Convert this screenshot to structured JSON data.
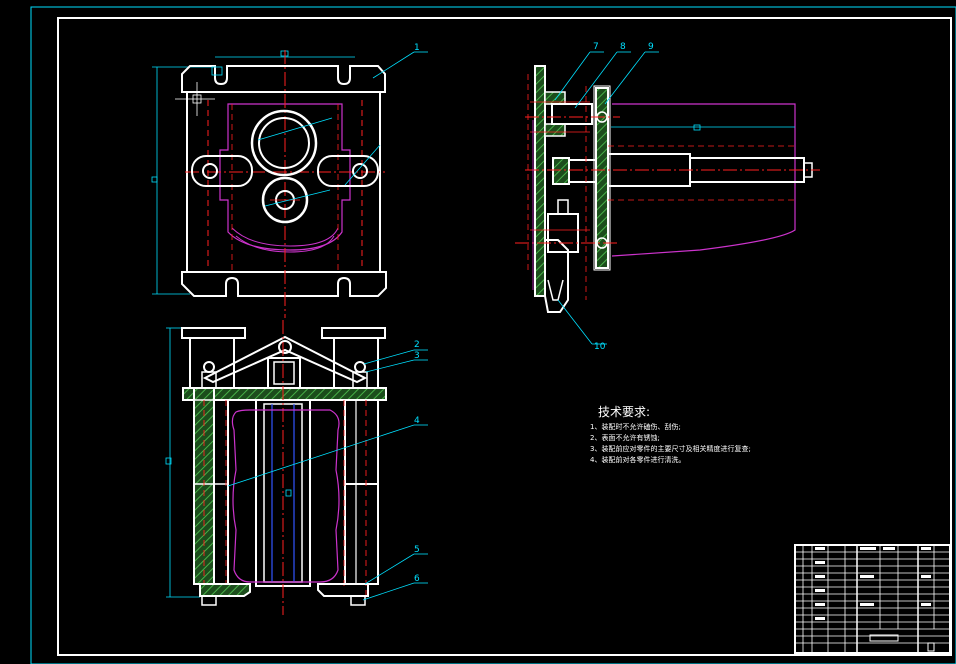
{
  "balloons": [
    "1",
    "2",
    "3",
    "4",
    "5",
    "6",
    "7",
    "8",
    "9",
    "10"
  ],
  "technical_requirements": {
    "title": "技术要求:",
    "items": [
      "1、装配时不允许磕伤、刮伤;",
      "2、表面不允许有锈蚀;",
      "3、装配前应对零件的主要尺寸及相关精度进行复查;",
      "4、装配前对各零件进行清洗。"
    ]
  },
  "colors": {
    "background": "#000000",
    "outline": "#ffffff",
    "frame": "#00e0ff",
    "centerline": "#ff2020",
    "phantom": "#cc33cc",
    "hatch": "#2f7a2f",
    "leader": "#00e0ff"
  },
  "icons": [
    "coordinate-cross-icon"
  ]
}
